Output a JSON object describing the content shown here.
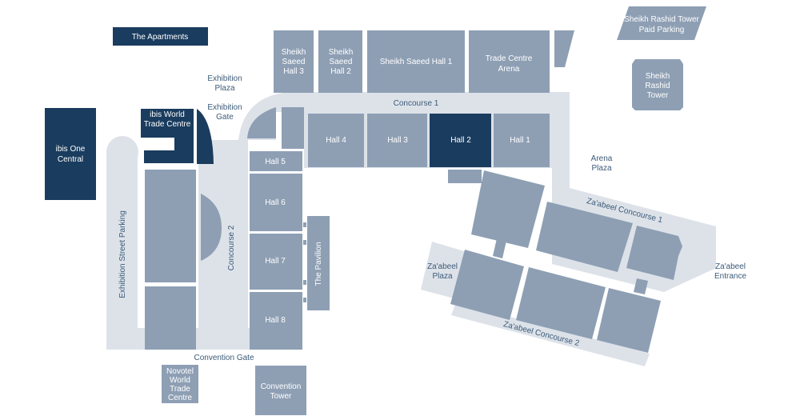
{
  "colors": {
    "building": "#8e9fb4",
    "concourse": "#dde2e9",
    "highlight": "#1a3c5e",
    "label_dark": "#3c5a78",
    "label_light": "#ffffff"
  },
  "labels": {
    "apartments": "The Apartments",
    "srt_parking": [
      "Sheikh Rashid Tower",
      "Paid Parking"
    ],
    "srt": [
      "Sheikh",
      "Rashid",
      "Tower"
    ],
    "ssh3": [
      "Sheikh",
      "Saeed",
      "Hall 3"
    ],
    "ssh2": [
      "Sheikh",
      "Saeed",
      "Hall 2"
    ],
    "ssh1": "Sheikh Saeed Hall 1",
    "arena": [
      "Trade Centre",
      "Arena"
    ],
    "exhibition_plaza": [
      "Exhibition",
      "Plaza"
    ],
    "exhibition_gate": [
      "Exhibition",
      "Gate"
    ],
    "concourse1": "Concourse 1",
    "ibis_one": [
      "ibis One",
      "Central"
    ],
    "ibis_wtc": [
      "ibis World",
      "Trade Centre"
    ],
    "hall4": "Hall 4",
    "hall3": "Hall 3",
    "hall2": "Hall 2",
    "hall1": "Hall 1",
    "hall5": "Hall 5",
    "hall6": "Hall 6",
    "hall7": "Hall 7",
    "hall8": "Hall 8",
    "pavilion": "The Pavilion",
    "concourse2": "Concourse 2",
    "parking": "Exhibition Street Parking",
    "arena_plaza": [
      "Arena",
      "Plaza"
    ],
    "zabeel_c1": "Za'abeel Concourse 1",
    "zabeel_c2": "Za'abeel Concourse 2",
    "zabeel_plaza": [
      "Za'abeel",
      "Plaza"
    ],
    "zabeel_entrance": [
      "Za'abeel",
      "Entrance"
    ],
    "convention_gate": "Convention Gate",
    "novotel": [
      "Novotel",
      "World",
      "Trade",
      "Centre"
    ],
    "convention_tower": [
      "Convention",
      "Tower"
    ]
  }
}
